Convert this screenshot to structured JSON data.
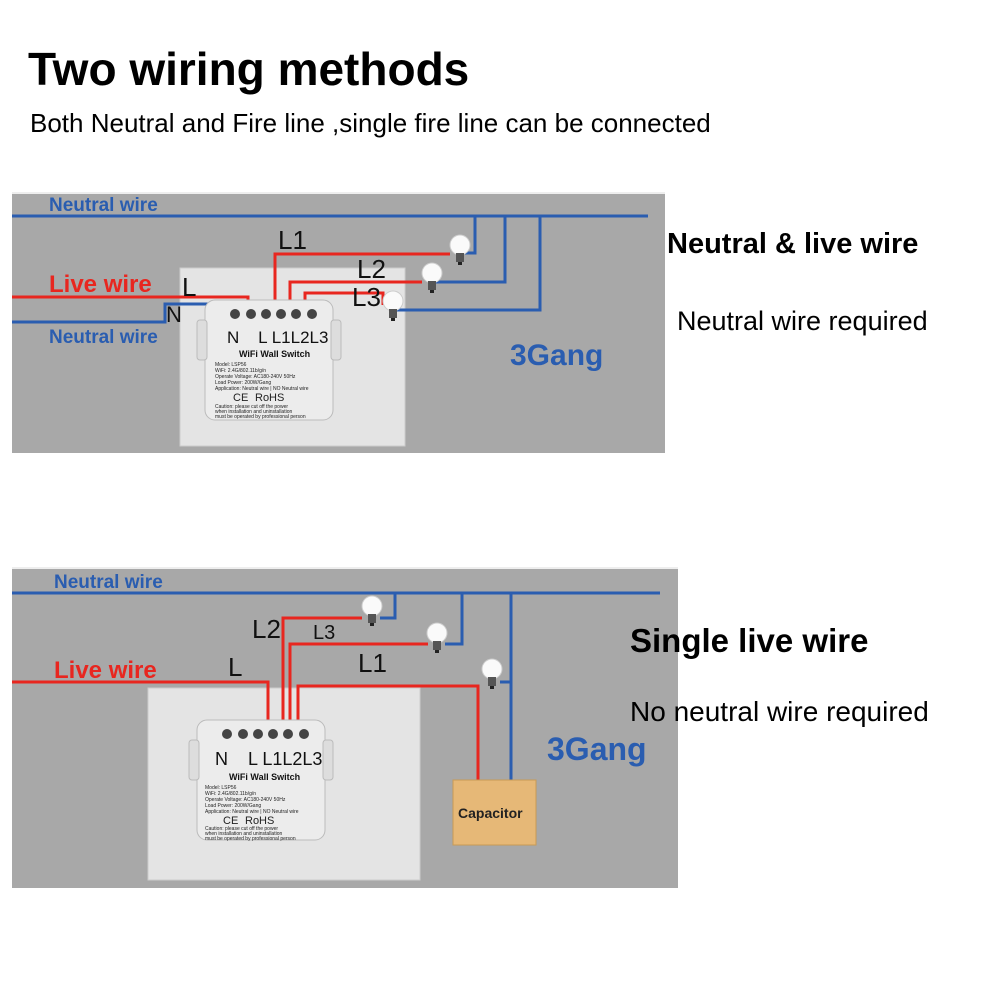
{
  "title": "Two wiring methods",
  "subtitle": "Both Neutral and Fire line ,single fire line can be connected",
  "colors": {
    "neutral": "#2a5db0",
    "live": "#e8261f",
    "panel": "#a8a8a8",
    "capacitor": "#e6b877"
  },
  "diagram1": {
    "heading": "Neutral & live wire",
    "note": "Neutral wire required",
    "neutral_top": "Neutral wire",
    "live": "Live wire",
    "neutral_bottom": "Neutral wire",
    "L": "L",
    "N": "N",
    "L1": "L1",
    "L2": "L2",
    "L3": "L3",
    "gang": "3Gang"
  },
  "diagram2": {
    "heading": "Single live wire",
    "note": "No neutral wire required",
    "neutral_top": "Neutral wire",
    "live": "Live wire",
    "L": "L",
    "L1": "L1",
    "L2": "L2",
    "L3": "L3",
    "gang": "3Gang",
    "capacitor": "Capacitor"
  },
  "module": {
    "terminals": "N    L L1L2L3",
    "name": "WiFi Wall Switch",
    "model": "Model:  LSP56",
    "wifi": "WiFi:  2.4G/802.11b/g/n",
    "voltage": "Operate Voltage:  AC180-240V 50Hz",
    "power": "Load Power:  200W/Gang",
    "application": "Application:  Neutral wire | NO Neutral wire",
    "ce": "CE",
    "rohs": "RoHS",
    "caution1": "Caution:  please cut off the power",
    "caution2": "when installation and uninstallation",
    "caution3": "must be operated by professional person"
  }
}
